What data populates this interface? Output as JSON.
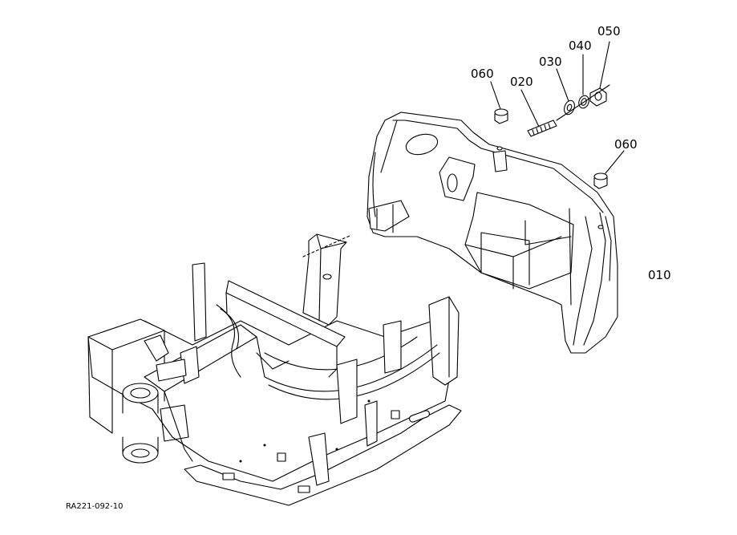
{
  "figure": {
    "drawing_code": "RA221-092-10",
    "parts": [
      {
        "key": "p010",
        "label": "010"
      },
      {
        "key": "p020",
        "label": "020"
      },
      {
        "key": "p030",
        "label": "030"
      },
      {
        "key": "p040",
        "label": "040"
      },
      {
        "key": "p050",
        "label": "050"
      },
      {
        "key": "p060a",
        "label": "060"
      },
      {
        "key": "p060b",
        "label": "060"
      }
    ]
  }
}
